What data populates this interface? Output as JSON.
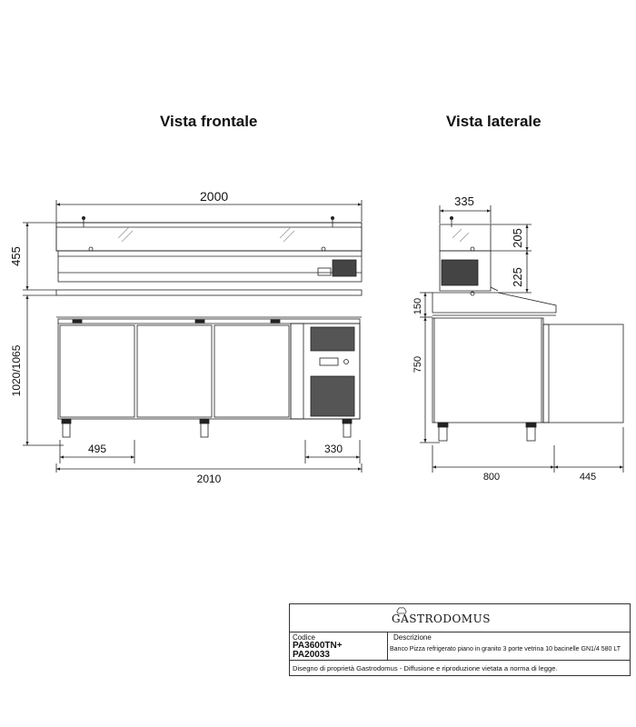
{
  "views": {
    "front_title": "Vista frontale",
    "side_title": "Vista laterale"
  },
  "dimensions": {
    "front_width_top": "2000",
    "front_height_top": "455",
    "front_height_body": "1020/1065",
    "front_door_width": "495",
    "front_unit_width": "330",
    "front_width_total": "2010",
    "side_vitrine_width": "335",
    "side_vitrine_upper": "205",
    "side_vitrine_lower": "225",
    "side_top_thickness": "150",
    "side_body_height": "750",
    "side_depth": "800",
    "side_door_open": "445"
  },
  "title_block": {
    "brand": "GASTRODOMUS",
    "code_label": "Codice",
    "code_line1": "PA3600TN+",
    "code_line2": "PA20033",
    "description_label": "Descrizione",
    "description": "Banco Pizza refrigerato piano in granito 3 porte vetrina 10 bacinelle GN1/4 580 LT",
    "footer": "Disegno di proprietà Gastrodomus - Diffusione e riproduzione vietata a norma di legge."
  },
  "colors": {
    "line": "#222222",
    "background": "#ffffff"
  }
}
